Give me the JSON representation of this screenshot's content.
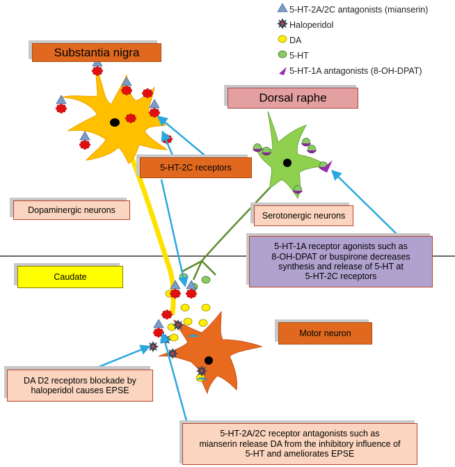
{
  "legend": [
    {
      "icon": "triangle-icon",
      "label": "5-HT-2A/2C antagonists (mianserin)"
    },
    {
      "icon": "haloperidol-icon",
      "label": "Haloperidol"
    },
    {
      "icon": "da-circle-icon",
      "label": "DA"
    },
    {
      "icon": "5ht-circle-icon",
      "label": "5-HT"
    },
    {
      "icon": "wedge-icon",
      "label": "5-HT-1A antagonists (8-OH-DPAT)"
    }
  ],
  "labels": {
    "substantia_nigra": "Substantia nigra",
    "dorsal_raphe": "Dorsal raphe",
    "ht2c_receptors": "5-HT-2C receptors",
    "dopaminergic_neurons": "Dopaminergic neurons",
    "serotonergic_neurons": "Serotonergic neurons",
    "caudate": "Caudate",
    "motor_neuron": "Motor neuron",
    "agonist_note_1": "5-HT-1A receptor agonists such as",
    "agonist_note_2": "8-OH-DPAT or buspirone decreases",
    "agonist_note_3": "synthesis and release of 5-HT at",
    "agonist_note_4": "5-HT-2C receptors",
    "d2_note_1": "DA D2 receptors blockade by",
    "d2_note_2": "haloperidol causes EPSE",
    "mianserin_note_1": "5-HT-2A/2C receptor antagonists such as",
    "mianserin_note_2": "mianserin release DA from the inhibitory influence of",
    "mianserin_note_3": "5-HT and ameliorates EPSE"
  },
  "colors": {
    "dopaminergic_neuron": "#ffc000",
    "serotonergic_neuron": "#8fd14f",
    "motor_neuron": "#e86a1e",
    "arrow": "#2aa7df",
    "red_receptor": "#e01010",
    "triangle": "#7a9cc8",
    "da": "#ffee00",
    "ht": "#8cc863",
    "wedge": "#9a2ab0"
  }
}
